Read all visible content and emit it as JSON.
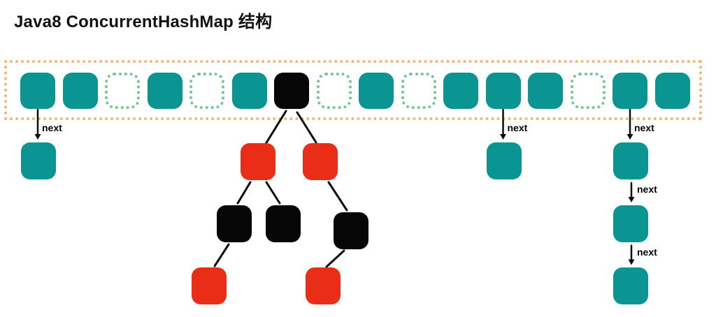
{
  "title": "Java8 ConcurrentHashMap 结构",
  "labels": {
    "next": "next"
  },
  "colors": {
    "background": "#ffffff",
    "title_text": "#111111",
    "bucket_teal": "#0a9492",
    "node_red": "#e92d17",
    "node_black": "#060606",
    "array_border_orange": "#f2b573",
    "empty_bucket_green": "#6fc58c",
    "edge_line": "#0d0d0d",
    "label_text": "#000000"
  },
  "array": {
    "bucket_count": 16,
    "bucket_states": [
      "filled",
      "filled",
      "empty",
      "filled",
      "empty",
      "filled",
      "tree-root",
      "empty",
      "filled",
      "empty",
      "filled",
      "filled",
      "filled",
      "empty",
      "filled",
      "filled"
    ]
  },
  "linked_lists": [
    {
      "bucket_index": 0,
      "node_count": 1,
      "arrow_label": "next"
    },
    {
      "bucket_index": 11,
      "node_count": 1,
      "arrow_label": "next"
    },
    {
      "bucket_index": 14,
      "node_count": 3,
      "arrow_label": "next"
    }
  ],
  "red_black_tree": {
    "root_bucket_index": 6,
    "nodes": [
      {
        "id": "red-left",
        "color": "red"
      },
      {
        "id": "red-right",
        "color": "red"
      },
      {
        "id": "black-left-1",
        "color": "black"
      },
      {
        "id": "black-left-2",
        "color": "black"
      },
      {
        "id": "black-right-1",
        "color": "black"
      },
      {
        "id": "red-leaf-1",
        "color": "red"
      },
      {
        "id": "red-leaf-2",
        "color": "red"
      }
    ],
    "edges": [
      {
        "from": "root",
        "to": "red-left"
      },
      {
        "from": "root",
        "to": "red-right"
      },
      {
        "from": "red-left",
        "to": "black-left-1"
      },
      {
        "from": "red-left",
        "to": "black-left-2"
      },
      {
        "from": "red-right",
        "to": "black-right-1"
      },
      {
        "from": "black-left-1",
        "to": "red-leaf-1"
      },
      {
        "from": "black-right-1",
        "to": "red-leaf-2"
      }
    ]
  }
}
